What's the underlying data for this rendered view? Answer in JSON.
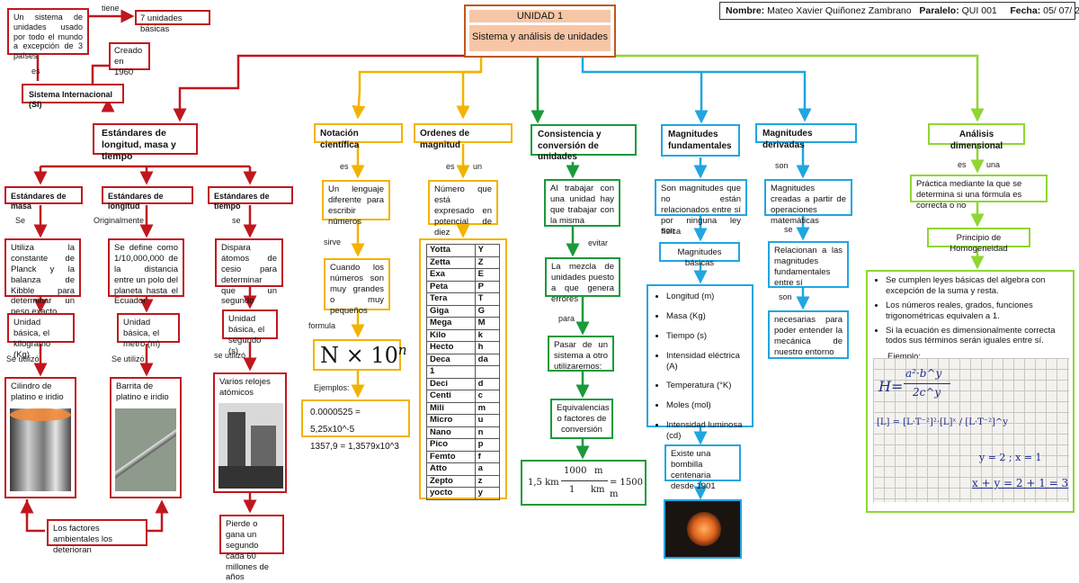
{
  "header": {
    "name_label": "Nombre:",
    "name": "Mateo Xavier Quiñonez Zambrano",
    "paralelo_label": "Paralelo:",
    "paralelo": "QUI 001",
    "fecha_label": "Fecha:",
    "fecha": "05/ 07/ 2021"
  },
  "title": {
    "unit": "UNIDAD 1",
    "subtitle": "Sistema y análisis de unidades"
  },
  "left": {
    "si_desc": "Un sistema de unidades usado por todo el mundo a excepción de 3 países",
    "tiene": "tiene",
    "siete": "7 unidades básicas",
    "es": "es",
    "creado": "Creado en 1960",
    "si": "Sistema Internacional (SI)",
    "estandares": "Estándares de longitud, masa y tiempo",
    "masa": "Estándares de masa",
    "longitud": "Estándares de longitud",
    "tiempo": "Estándares de tiempo",
    "se1": "Se",
    "orig": "Originalmente",
    "se2": "se",
    "masa_desc": "Utiliza la constante de Planck y la balanza de Kibble para determinar un peso exacto",
    "long_desc": "Se define como 1/10,000,000 de la distancia entre un polo del planeta hasta el Ecuador",
    "tiempo_desc": "Dispara átomos de cesio para determinar que un segundo",
    "masa_unit": "Unidad básica, el kilogramo (Kg)",
    "long_unit": "Unidad básica, el metro (m)",
    "tiempo_unit": "Unidad básica, el segundo (s)",
    "se_utilizo1": "Sé utilizó",
    "se_utilizo2": "Se utilizó",
    "se_utilizo3": "se utilizó",
    "cilindro": "Cilindro de platino e iridio",
    "barrita": "Barrita de platino e iridio",
    "relojes": "Varios relojes atómicos",
    "factores": "Los factores ambientales los deterioran",
    "pierde": "Pierde o gana un segundo cada 60 millones de años"
  },
  "notacion": {
    "title": "Notación científica",
    "es": "es",
    "def": "Un lenguaje diferente para escribir números",
    "sirve": "sirve",
    "uso": "Cuando los números son muy grandes o muy pequeños",
    "formula": "formula",
    "formula_base": "N × 10",
    "formula_exp": "n",
    "ejemplos": "Ejemplos:",
    "ej1": "0.0000525 = 5,25x10^-5",
    "ej2": "1357,9 = 1,3579x10^3"
  },
  "ordenes": {
    "title": "Ordenes de magnitud",
    "es": "es",
    "un": "un",
    "def": "Número que está expresado en potencial de diez",
    "prefixes": [
      [
        "Yotta",
        "Y"
      ],
      [
        "Zetta",
        "Z"
      ],
      [
        "Exa",
        "E"
      ],
      [
        "Peta",
        "P"
      ],
      [
        "Tera",
        "T"
      ],
      [
        "Giga",
        "G"
      ],
      [
        "Mega",
        "M"
      ],
      [
        "Kilo",
        "k"
      ],
      [
        "Hecto",
        "h"
      ],
      [
        "Deca",
        "da"
      ],
      [
        "1",
        ""
      ],
      [
        "Deci",
        "d"
      ],
      [
        "Centi",
        "c"
      ],
      [
        "Mili",
        "m"
      ],
      [
        "Micro",
        "u"
      ],
      [
        "Nano",
        "n"
      ],
      [
        "Pico",
        "p"
      ],
      [
        "Femto",
        "f"
      ],
      [
        "Atto",
        "a"
      ],
      [
        "Zepto",
        "z"
      ],
      [
        "yocto",
        "y"
      ]
    ]
  },
  "consistencia": {
    "title": "Consistencia y conversión de unidades",
    "def": "Al trabajar con una unidad hay que trabajar con la misma",
    "evitar": "evitar",
    "mezcla": "La mezcla de unidades puesto a que genera errores",
    "para": "para",
    "pasar": "Pasar de un sistema a otro utilizaremos:",
    "equiv": "Equivalencias o factores de conversión",
    "conv": {
      "a": "1,5 km",
      "n1": "1000",
      "u1": "m",
      "d1": "1",
      "du": "km",
      "r": "= 1500 m"
    }
  },
  "fundamentales": {
    "title": "Magnitudes fundamentales",
    "def": "Son magnitudes que no están relacionados entre sí por ninguna ley física",
    "son": "son",
    "basicas": "Magnitudes básicas",
    "list": [
      "Longitud (m)",
      "Masa (Kg)",
      "Tiempo (s)",
      "Intensidad eléctrica (A)",
      "Temperatura (°K)",
      "Moles (mol)",
      "Intensidad luminosa (cd)"
    ],
    "bombilla": "Existe una bombilla centenaria desde 1901"
  },
  "derivadas": {
    "title": "Magnitudes derivadas",
    "son": "son",
    "def": "Magnitudes creadas a partir de operaciones matemáticas",
    "se": "se",
    "rel": "Relacionan a las magnitudes fundamentales entre sí",
    "son2": "son",
    "nec": "necesarias para poder entender la mecánica de nuestro entorno"
  },
  "analisis": {
    "title": "Análisis dimensional",
    "es": "es",
    "una": "una",
    "def": "Práctica mediante la que se determina si una fórmula es correcta o no",
    "principio": "Principio de Homogeneidad",
    "bullets": [
      "Se cumplen leyes básicas del algebra con excepción de la suma y resta.",
      "Los números reales, grados, funciones trigonométricas equivalen a 1.",
      "Si la ecuación es dimensionalmente correcta todos sus términos serán iguales entre sí."
    ],
    "ejemplo": "Ejemplo:",
    "hw": {
      "h": "H=",
      "num": "a²·b^y",
      "den": "2c^y",
      "l2": "[L] = [L·T⁻²]²·[L]ˣ / [L·T⁻²]^y",
      "l3": "y = 2 ; x = 1",
      "l4": "x + y = 2 + 1 = 3"
    }
  },
  "colors": {
    "red": "#c0171f",
    "yellow": "#f2b300",
    "green": "#1a9a3a",
    "blue": "#20a6e0",
    "lime": "#8fd633",
    "title_border": "#c0571a",
    "title_fill": "#f7c6a6"
  }
}
